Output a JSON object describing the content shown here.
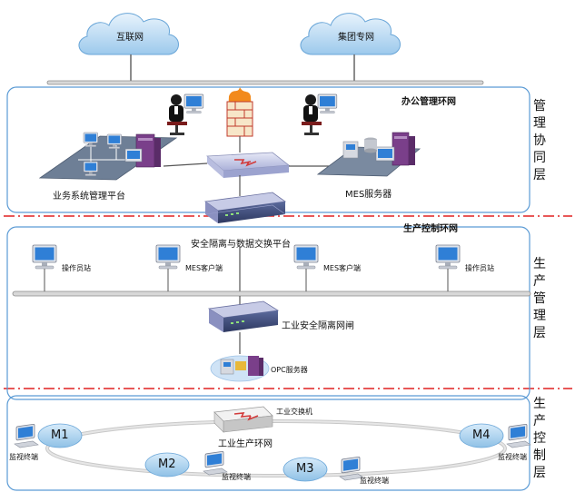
{
  "clouds": {
    "internet": "互联网",
    "group_network": "集团专网"
  },
  "zones": {
    "office": {
      "title": "办公管理环网",
      "platform": "业务系统管理平台",
      "mes_server": "MES服务器"
    },
    "production": {
      "title": "生产控制环网",
      "exchange_platform": "安全隔离与数据交换平台",
      "clients": [
        "操作员站",
        "MES客户端",
        "MES客户端",
        "操作员站"
      ],
      "gateway": "工业安全隔离网闸",
      "opc": "OPC服务器"
    },
    "control": {
      "switch": "工业交换机",
      "ring": "工业生产环网",
      "nodes": [
        "M1",
        "M2",
        "M3",
        "M4"
      ],
      "terminal": "监视终端"
    }
  },
  "layers": {
    "management": [
      "管",
      "理",
      "协",
      "同",
      "层"
    ],
    "production": [
      "生",
      "产",
      "管",
      "理",
      "层"
    ],
    "control": [
      "生",
      "产",
      "控",
      "制",
      "层"
    ]
  },
  "colors": {
    "frame": "#5b9bd5",
    "divider": "#e02020",
    "switch_blue": "#c7cbe6",
    "server_purple": "#7a3f8a"
  }
}
